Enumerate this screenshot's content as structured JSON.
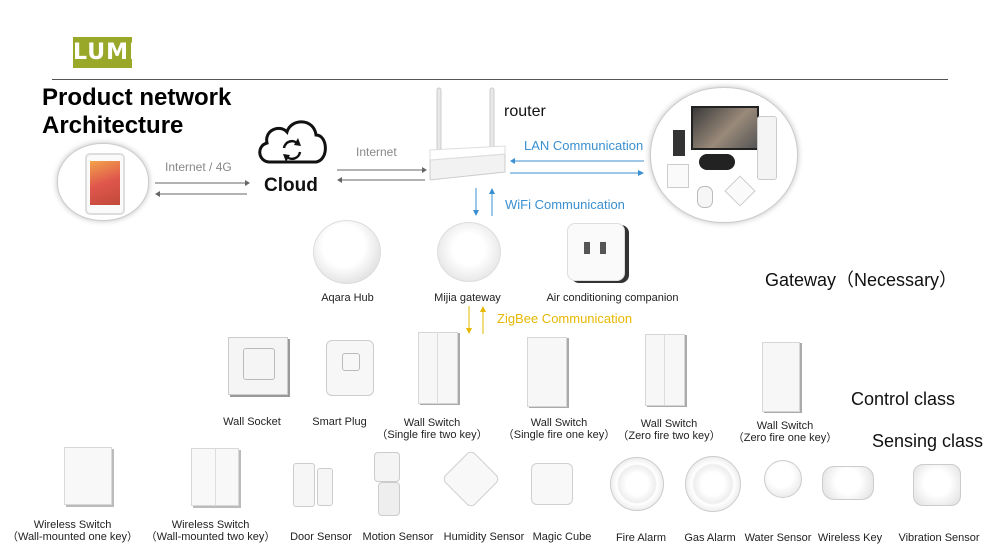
{
  "logo": "LUMI",
  "title_line1": "Product network",
  "title_line2": "Architecture",
  "links": {
    "internet_4g": "Internet / 4G",
    "internet": "Internet",
    "cloud": "Cloud",
    "router": "router",
    "lan": "LAN Communication",
    "wifi": "WiFi Communication",
    "zigbee": "ZigBee Communication"
  },
  "gateways": [
    {
      "label": "Aqara Hub"
    },
    {
      "label": "Mijia gateway"
    },
    {
      "label": "Air conditioning companion"
    }
  ],
  "class_labels": {
    "gateway": "Gateway（Necessary）",
    "control": "Control class",
    "sensing": "Sensing class"
  },
  "control_devices": [
    {
      "line1": "Wall Socket",
      "line2": ""
    },
    {
      "line1": "Smart Plug",
      "line2": ""
    },
    {
      "line1": "Wall Switch",
      "line2": "（Single fire two key）"
    },
    {
      "line1": "Wall Switch",
      "line2": "（Single fire one key）"
    },
    {
      "line1": "Wall Switch",
      "line2": "（Zero fire two key）"
    },
    {
      "line1": "Wall Switch",
      "line2": "（Zero fire one key）"
    }
  ],
  "sensing_devices": [
    {
      "line1": "Wireless Switch",
      "line2": "（Wall-mounted one key）"
    },
    {
      "line1": "Wireless Switch",
      "line2": "（Wall-mounted two key）"
    },
    {
      "line1": "Door Sensor",
      "line2": ""
    },
    {
      "line1": "Motion Sensor",
      "line2": ""
    },
    {
      "line1": "Humidity Sensor",
      "line2": ""
    },
    {
      "line1": "Magic Cube",
      "line2": ""
    },
    {
      "line1": "Fire Alarm",
      "line2": ""
    },
    {
      "line1": "Gas Alarm",
      "line2": ""
    },
    {
      "line1": "Water Sensor",
      "line2": ""
    },
    {
      "line1": "Wireless Key",
      "line2": ""
    },
    {
      "line1": "Vibration Sensor",
      "line2": ""
    }
  ]
}
